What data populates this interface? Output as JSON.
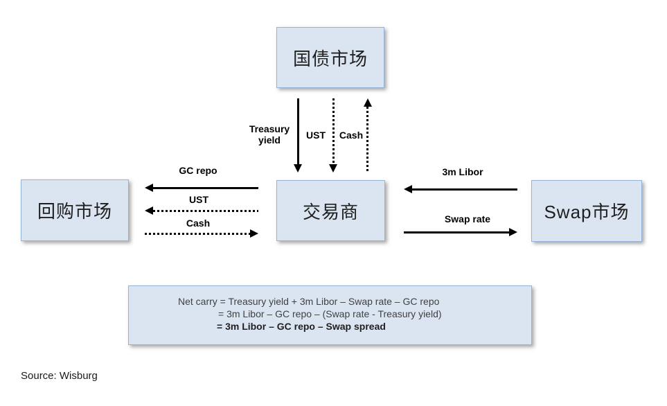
{
  "nodes": {
    "treasury_market": {
      "label": "国债市场"
    },
    "dealer": {
      "label": "交易商"
    },
    "repo_market": {
      "label": "回购市场"
    },
    "swap_market": {
      "label": "Swap市场"
    }
  },
  "flows": [
    {
      "label": "Treasury yield",
      "from": "treasury_market",
      "to": "dealer",
      "style": "solid",
      "direction": "down"
    },
    {
      "label": "UST",
      "from": "treasury_market",
      "to": "dealer",
      "style": "dotted",
      "direction": "down"
    },
    {
      "label": "Cash",
      "from": "dealer",
      "to": "treasury_market",
      "style": "dotted",
      "direction": "up"
    },
    {
      "label": "GC repo",
      "from": "dealer",
      "to": "repo_market",
      "style": "solid",
      "direction": "left"
    },
    {
      "label": "UST",
      "from": "dealer",
      "to": "repo_market",
      "style": "dotted",
      "direction": "left"
    },
    {
      "label": "Cash",
      "from": "repo_market",
      "to": "dealer",
      "style": "dotted",
      "direction": "right"
    },
    {
      "label": "3m Libor",
      "from": "swap_market",
      "to": "dealer",
      "style": "solid",
      "direction": "left"
    },
    {
      "label": "Swap rate",
      "from": "dealer",
      "to": "swap_market",
      "style": "solid",
      "direction": "right"
    }
  ],
  "formula": {
    "lines": [
      "Net carry = Treasury yield + 3m Libor – Swap rate – GC repo",
      "= 3m Libor – GC repo – (Swap rate - Treasury yield)",
      "= 3m Libor – GC repo – Swap spread"
    ]
  },
  "source": "Source: Wisburg",
  "colors": {
    "box_fill": "#dbe5f1",
    "box_border": "#95b3d7",
    "arrow": "#000000"
  }
}
